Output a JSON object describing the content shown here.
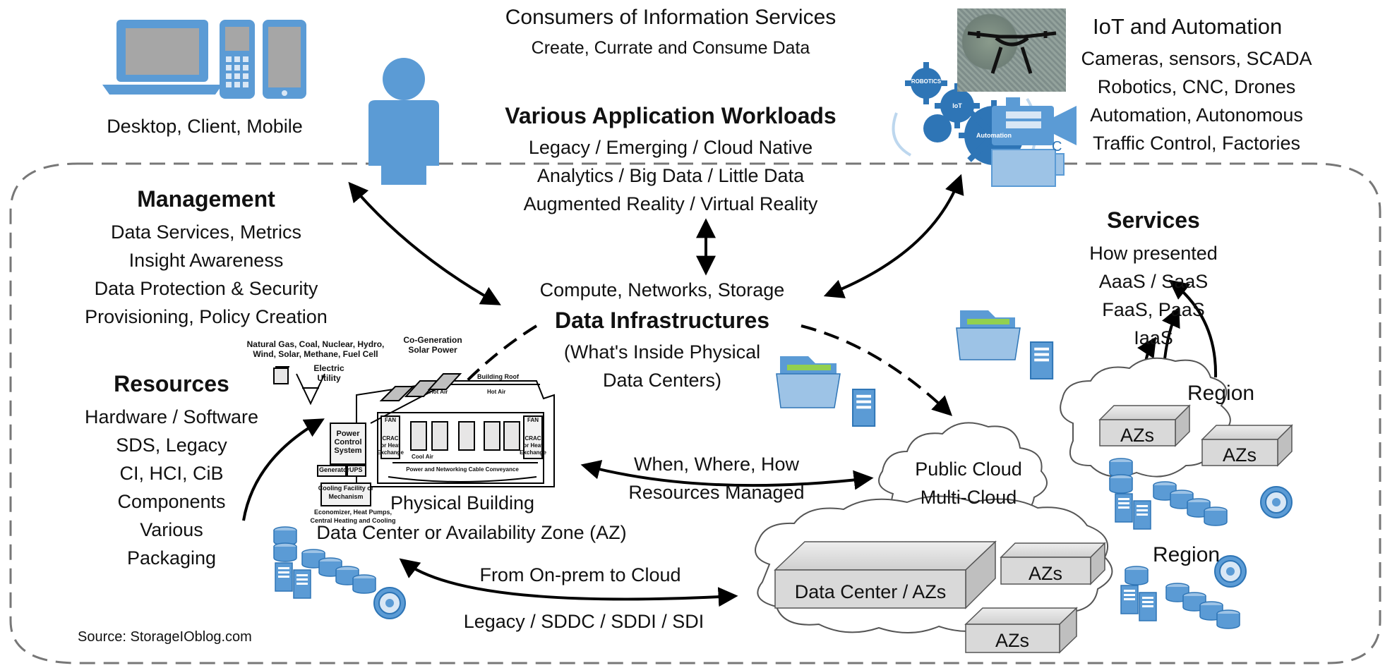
{
  "consumers": {
    "title": "Consumers of Information Services",
    "subtitle": "Create, Currate and Consume Data"
  },
  "devices": {
    "label": "Desktop, Client, Mobile"
  },
  "iot": {
    "title": "IoT and Automation",
    "lines": [
      "Cameras, sensors, SCADA",
      "Robotics, CNC, Drones",
      "Automation, Autonomous",
      "Traffic Control, Factories"
    ],
    "gear_labels": [
      "ROBOTICS",
      "IoT",
      "Automation"
    ],
    "camera_label": "C"
  },
  "workloads": {
    "title": "Various Application Workloads",
    "lines": [
      "Legacy / Emerging / Cloud Native",
      "Analytics / Big Data / Little Data",
      "Augmented Reality / Virtual Reality"
    ]
  },
  "management": {
    "title": "Management",
    "lines": [
      "Data Services, Metrics",
      "Insight Awareness",
      "Data Protection & Security",
      "Provisioning, Policy Creation"
    ]
  },
  "services": {
    "title": "Services",
    "lines": [
      "How presented",
      "AaaS / SaaS",
      "FaaS, PaaS",
      "IaaS"
    ]
  },
  "center": {
    "compute": "Compute, Networks, Storage",
    "title": "Data Infrastructures",
    "lines": [
      "(What's Inside Physical",
      "Data Centers)"
    ]
  },
  "resources": {
    "title": "Resources",
    "lines": [
      "Hardware / Software",
      "SDS, Legacy",
      "CI, HCI, CiB",
      "Components",
      "Various",
      "Packaging"
    ]
  },
  "building": {
    "labels": {
      "fuels": [
        "Natural Gas, Coal, Nuclear, Hydro,",
        "Wind, Solar, Methane, Fuel Cell"
      ],
      "cogen": [
        "Co-Generation",
        "Solar Power"
      ],
      "utility": [
        "Electric",
        "Utility"
      ],
      "roof": "Building Roof",
      "hot_air": "Hot Air",
      "power": [
        "Power",
        "Control",
        "System"
      ],
      "generator": "Generator",
      "ups": "UPS",
      "cooling": [
        "Cooling Facility or",
        "Mechanism"
      ],
      "econ": [
        "Economizer, Heat Pumps,",
        "Central Heating and Cooling"
      ],
      "conveyance": "Power and Networking Cable Conveyance",
      "crac": [
        "CRAC",
        "or Heat",
        "Exchange"
      ],
      "fan": "FAN",
      "cool_air": "Cool Air"
    },
    "caption": "Physical Building",
    "dc_label": "Data Center or Availability Zone (AZ)"
  },
  "when": {
    "lines": [
      "When, Where, How",
      "Resources Managed"
    ]
  },
  "onprem": {
    "top": "From On-prem to Cloud",
    "bottom": "Legacy / SDDC / SDDI / SDI"
  },
  "cloud": {
    "public": [
      "Public Cloud",
      "Multi-Cloud"
    ],
    "region_label": "Region",
    "az_label": "AZs",
    "dc_az_label": "Data Center / AZs"
  },
  "source": "Source: StorageIOblog.com",
  "colors": {
    "icon_blue": "#5b9bd5",
    "icon_dark": "#2e75b6",
    "border_dash": "#777777",
    "az_box": "#d9d9d9"
  }
}
